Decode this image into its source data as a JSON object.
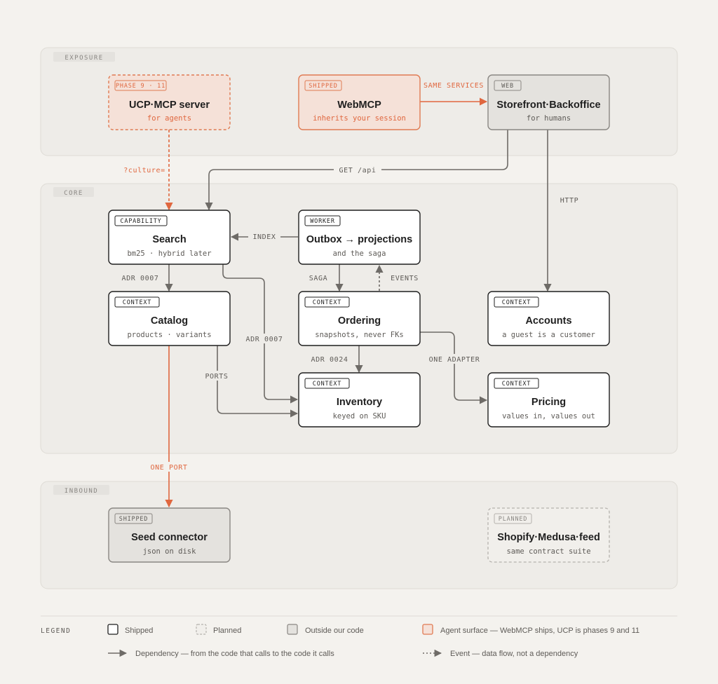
{
  "colors": {
    "background": "#f4f2ee",
    "zone_fill": "#eeece8",
    "zone_stroke": "#dedbd5",
    "box_stroke": "#1f1f1f",
    "box_fill": "#ffffff",
    "outside_fill": "#e4e2de",
    "outside_stroke": "#8a8783",
    "agent_fill": "#f5e1d8",
    "agent_stroke": "#e07a52",
    "accent": "#e0673f",
    "arrow": "#6e6b67",
    "text": "#1f1f1f",
    "muted": "#5e5b57"
  },
  "zones": {
    "exposure": "EXPOSURE",
    "core": "CORE",
    "inbound": "INBOUND"
  },
  "nodes": {
    "ucp": {
      "tag": "PHASE 9 · 11",
      "title": "UCP·MCP server",
      "subtitle": "for agents"
    },
    "webmcp": {
      "tag": "SHIPPED",
      "title": "WebMCP",
      "subtitle": "inherits your session"
    },
    "storefront": {
      "tag": "WEB",
      "title": "Storefront·Backoffice",
      "subtitle": "for humans"
    },
    "search": {
      "tag": "CAPABILITY",
      "title": "Search",
      "subtitle": "bm25 · hybrid later"
    },
    "outbox": {
      "tag": "WORKER",
      "title": "Outbox → projections",
      "subtitle": "and the saga"
    },
    "catalog": {
      "tag": "CONTEXT",
      "title": "Catalog",
      "subtitle": "products · variants"
    },
    "ordering": {
      "tag": "CONTEXT",
      "title": "Ordering",
      "subtitle": "snapshots, never FKs"
    },
    "accounts": {
      "tag": "CONTEXT",
      "title": "Accounts",
      "subtitle": "a guest is a customer"
    },
    "inventory": {
      "tag": "CONTEXT",
      "title": "Inventory",
      "subtitle": "keyed on SKU"
    },
    "pricing": {
      "tag": "CONTEXT",
      "title": "Pricing",
      "subtitle": "values in, values out"
    },
    "seed": {
      "tag": "SHIPPED",
      "title": "Seed connector",
      "subtitle": "json on disk"
    },
    "shopify": {
      "tag": "PLANNED",
      "title": "Shopify·Medusa·feed",
      "subtitle": "same contract suite"
    }
  },
  "edge_labels": {
    "same_services": "SAME SERVICES",
    "culture": "?culture=",
    "get_api": "GET /api",
    "http": "HTTP",
    "index": "INDEX",
    "adr_0007_a": "ADR 0007",
    "saga": "SAGA",
    "events": "EVENTS",
    "adr_0007_b": "ADR 0007",
    "adr_0024": "ADR 0024",
    "one_adapter": "ONE ADAPTER",
    "ports": "PORTS",
    "one_port": "ONE PORT"
  },
  "legend": {
    "title": "LEGEND",
    "shipped": "Shipped",
    "planned": "Planned",
    "outside": "Outside our code",
    "agent": "Agent surface — WebMCP ships, UCP is phases 9 and 11",
    "dependency": "Dependency — from the code that calls to the code it calls",
    "event": "Event — data flow, not a dependency"
  }
}
